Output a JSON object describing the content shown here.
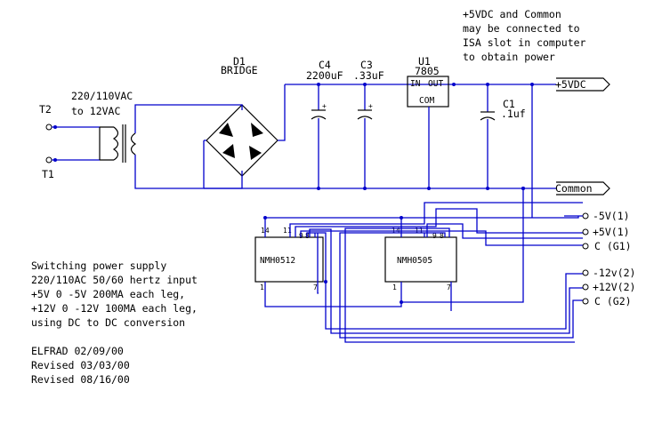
{
  "notes": {
    "top": [
      "+5VDC and Common",
      "may be connected to",
      "ISA slot in computer",
      "to obtain power"
    ],
    "description": [
      "Switching power supply",
      "220/110AC 50/60 hertz input",
      "+5V 0 -5V 200MA each leg,",
      "+12V 0 -12V 100MA each leg,",
      "using DC to DC conversion"
    ],
    "revisions": [
      "ELFRAD 02/09/00",
      "Revised 03/03/00",
      "Revised 08/16/00"
    ]
  },
  "components": {
    "transformer": {
      "label": "220/110VAC",
      "label2": "to 12VAC"
    },
    "bridge": {
      "ref": "D1",
      "label": "BRIDGE"
    },
    "c4": {
      "ref": "C4",
      "value": "2200uF"
    },
    "c3": {
      "ref": "C3",
      "value": ".33uF"
    },
    "u1": {
      "ref": "U1",
      "part": "7805",
      "in": "IN",
      "out": "OUT",
      "com": "COM"
    },
    "c1": {
      "ref": "C1",
      "value": ".1uf"
    },
    "dc1": {
      "label": "NMH0512"
    },
    "dc2": {
      "label": "NMH0505"
    }
  },
  "terminals": {
    "t2": "T2",
    "t1": "T1",
    "plus5vdc": "+5VDC",
    "common": "Common",
    "minus5v1": "-5V(1)",
    "plus5v1": "+5V(1)",
    "cg1": "C (G1)",
    "minus12v2": "-12v(2)",
    "plus12v2": "+12V(2)",
    "cg2": "C  (G2)"
  },
  "pins": {
    "p14": "14",
    "p11": "11",
    "p9": "9",
    "p8": "8",
    "p1": "1",
    "p7": "7"
  }
}
